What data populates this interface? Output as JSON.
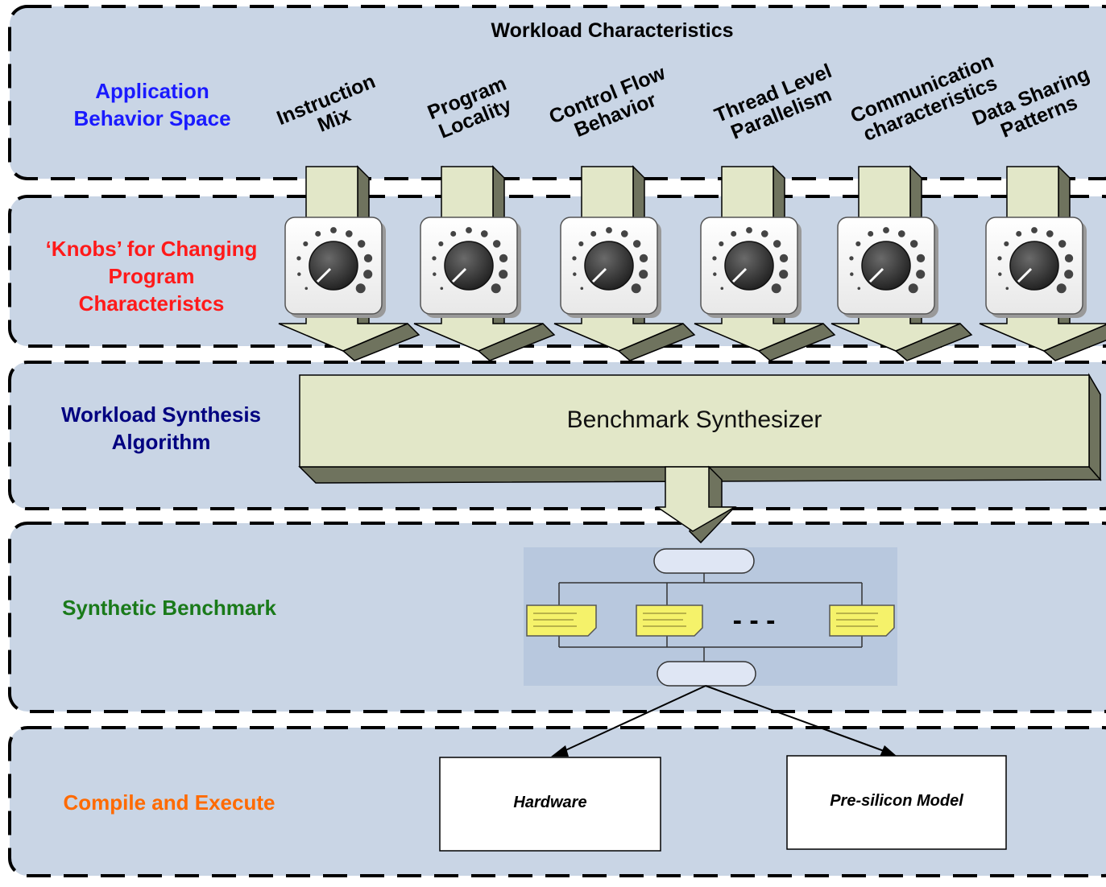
{
  "diagram": {
    "heading": "Workload Characteristics",
    "bands": {
      "application": {
        "label_line1": "Application",
        "label_line2": "Behavior Space",
        "color": "#1a1aff"
      },
      "knobs": {
        "label_line1": "‘Knobs’ for Changing",
        "label_line2": "Program",
        "label_line3": "Characteristcs",
        "color": "#ff1a1a"
      },
      "synthesis": {
        "label_line1": "Workload Synthesis",
        "label_line2": "Algorithm",
        "color": "#000080"
      },
      "benchmark": {
        "label": "Synthetic Benchmark",
        "color": "#1a7a1a"
      },
      "compile": {
        "label": "Compile and Execute",
        "color": "#ff6a00"
      }
    },
    "characteristics": [
      {
        "line1": "Instruction",
        "line2": "Mix"
      },
      {
        "line1": "Program",
        "line2": "Locality"
      },
      {
        "line1": "Control Flow",
        "line2": "Behavior"
      },
      {
        "line1": "Thread Level",
        "line2": "Parallelism"
      },
      {
        "line1": "Communication",
        "line2": "characteristics"
      },
      {
        "line1": "Data Sharing",
        "line2": "Patterns"
      }
    ],
    "synthesizer": "Benchmark Synthesizer",
    "ellipsis": "- - -",
    "targets": {
      "hardware": "Hardware",
      "model": "Pre-silicon Model"
    },
    "colors": {
      "band_fill": "#c9d5e5",
      "arrow_fill": "#e2e7c8",
      "arrow_shadow": "#6f735e",
      "flow_bg": "#b8c8de",
      "note_yellow": "#f5f26a"
    }
  }
}
